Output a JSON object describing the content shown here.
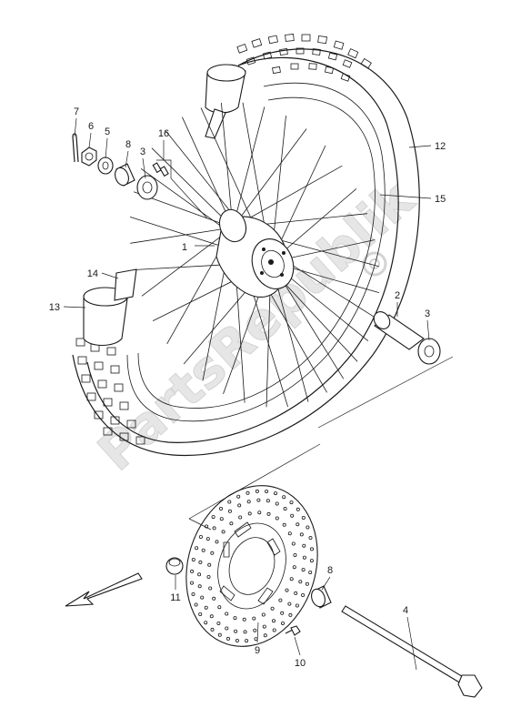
{
  "diagram": {
    "watermark_text": "PartsRepublik",
    "callouts": [
      {
        "id": "c1",
        "label": "1"
      },
      {
        "id": "c2",
        "label": "2"
      },
      {
        "id": "c3a",
        "label": "3"
      },
      {
        "id": "c3b",
        "label": "3"
      },
      {
        "id": "c4",
        "label": "4"
      },
      {
        "id": "c5",
        "label": "5"
      },
      {
        "id": "c6",
        "label": "6"
      },
      {
        "id": "c7",
        "label": "7"
      },
      {
        "id": "c8a",
        "label": "8"
      },
      {
        "id": "c8b",
        "label": "8"
      },
      {
        "id": "c9",
        "label": "9"
      },
      {
        "id": "c10",
        "label": "10"
      },
      {
        "id": "c11",
        "label": "11"
      },
      {
        "id": "c12",
        "label": "12"
      },
      {
        "id": "c13",
        "label": "13"
      },
      {
        "id": "c14",
        "label": "14"
      },
      {
        "id": "c15",
        "label": "15"
      },
      {
        "id": "c16",
        "label": "16"
      }
    ]
  }
}
